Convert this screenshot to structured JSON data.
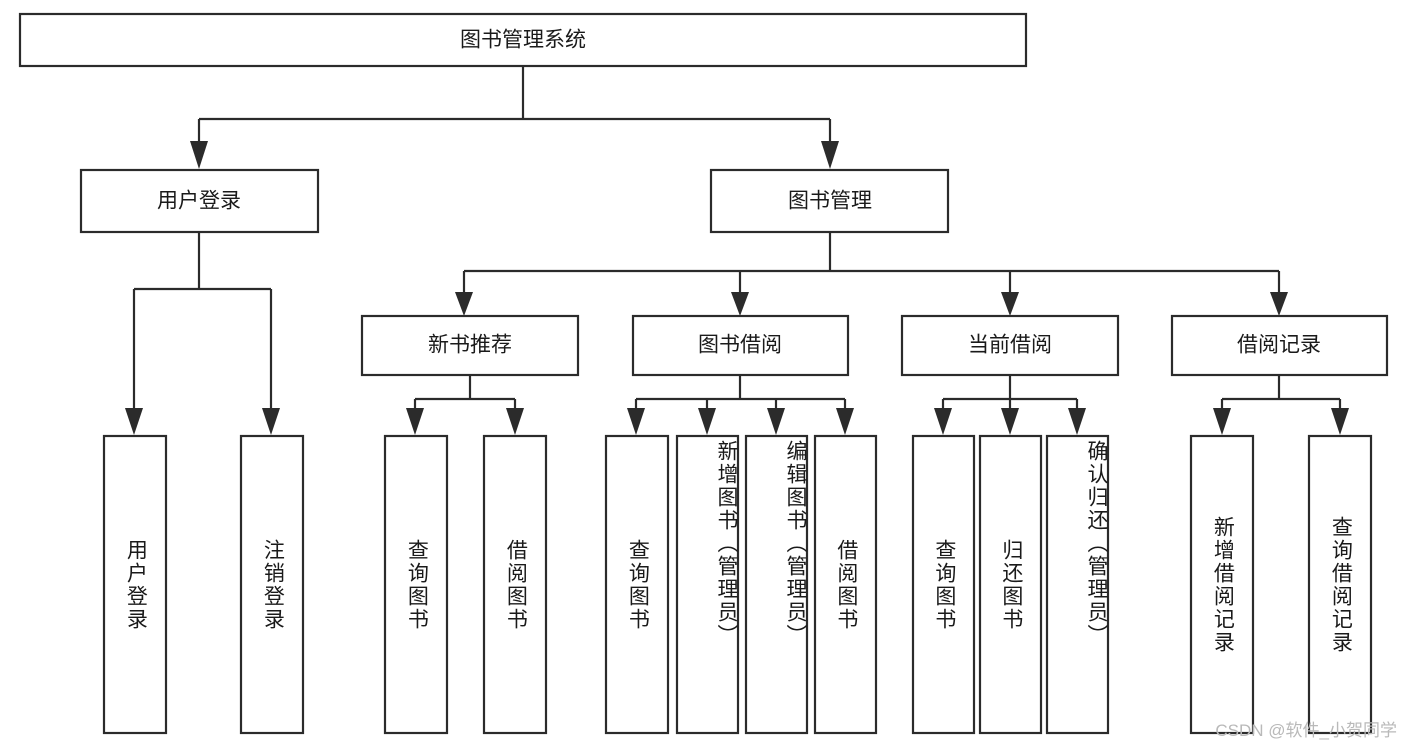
{
  "diagram": {
    "type": "tree",
    "title": "图书管理系统",
    "watermark": "CSDN @软件_小贺同学",
    "colors": {
      "stroke": "#2b2b2b",
      "box_fill": "#ffffff",
      "text": "#1a1a1a",
      "background": "#ffffff",
      "watermark": "#b9b9b9"
    },
    "levels": {
      "root": {
        "label": "图书管理系统"
      },
      "level2": [
        {
          "label": "用户登录"
        },
        {
          "label": "图书管理"
        }
      ],
      "level3": [
        {
          "label": "新书推荐"
        },
        {
          "label": "图书借阅"
        },
        {
          "label": "当前借阅"
        },
        {
          "label": "借阅记录"
        }
      ],
      "leaves": [
        {
          "label": "用户登录",
          "parent": "用户登录"
        },
        {
          "label": "注销登录",
          "parent": "用户登录"
        },
        {
          "label": "查询图书",
          "parent": "新书推荐"
        },
        {
          "label": "借阅图书",
          "parent": "新书推荐"
        },
        {
          "label": "查询图书",
          "parent": "图书借阅"
        },
        {
          "label": "新增图书（管理员）",
          "parent": "图书借阅"
        },
        {
          "label": "编辑图书（管理员）",
          "parent": "图书借阅"
        },
        {
          "label": "借阅图书",
          "parent": "图书借阅"
        },
        {
          "label": "查询图书",
          "parent": "当前借阅"
        },
        {
          "label": "归还图书",
          "parent": "当前借阅"
        },
        {
          "label": "确认归还（管理员）",
          "parent": "当前借阅"
        },
        {
          "label": "新增借阅记录",
          "parent": "借阅记录"
        },
        {
          "label": "查询借阅记录",
          "parent": "借阅记录"
        }
      ]
    }
  }
}
